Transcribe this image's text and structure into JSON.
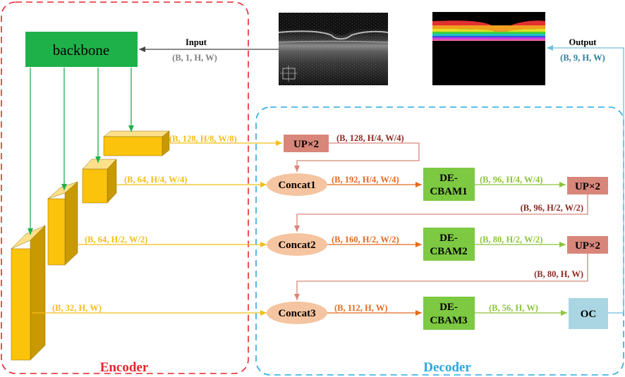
{
  "colors": {
    "encoder_border": "#e8242c",
    "decoder_border": "#2aa8e0",
    "backbone_fill": "#1eb14a",
    "feature_face": "#fcc30c",
    "feature_top": "#fde08a",
    "feature_side": "#c89900",
    "feature_label": "#f4be18",
    "concat_fill": "#f5c4a0",
    "concat_label": "#e46b1f",
    "up_fill": "#d8867a",
    "up_label": "#8c2a22",
    "decbam_fill": "#7dc942",
    "decbam_label": "#8cc43c",
    "oc_fill": "#a9d6e2",
    "input_label": "#808080",
    "output_label": "#2f7ea0",
    "encoder_arrow": "#1eb14a"
  },
  "encoder": {
    "title": "Encoder",
    "backbone_label": "backbone"
  },
  "decoder": {
    "title": "Decoder"
  },
  "io": {
    "input_title": "Input",
    "input_shape": "(B, 1, H, W)",
    "output_title": "Output",
    "output_shape": "(B, 9, H, W)"
  },
  "features": {
    "f1": "(B, 128, H/8, W/8)",
    "f2": "(B, 64, H/4, W/4)",
    "f3": "(B, 64, H/2, W/2)",
    "f4": "(B, 32, H, W)"
  },
  "nodes": {
    "up1": "UP×2",
    "up2": "UP×2",
    "up3": "UP×2",
    "concat1": "Concat1",
    "concat2": "Concat2",
    "concat3": "Concat3",
    "decbam1_l1": "DE-",
    "decbam1_l2": "CBAM1",
    "decbam2_l1": "DE-",
    "decbam2_l2": "CBAM2",
    "decbam3_l1": "DE-",
    "decbam3_l2": "CBAM3",
    "oc": "OC"
  },
  "edge_labels": {
    "up1_out": "(B, 128, H/4, W/4)",
    "concat1_out": "(B, 192, H/4, W/4)",
    "decbam1_out": "(B, 96, H/4, W/4)",
    "up2_out": "(B, 96, H/2, W/2)",
    "concat2_out": "(B, 160, H/2, W/2)",
    "decbam2_out": "(B, 80, H/2, W/2)",
    "up3_out": "(B, 80, H, W)",
    "concat3_out": "(B, 112, H, W)",
    "decbam3_out": "(B, 56, H, W)"
  }
}
